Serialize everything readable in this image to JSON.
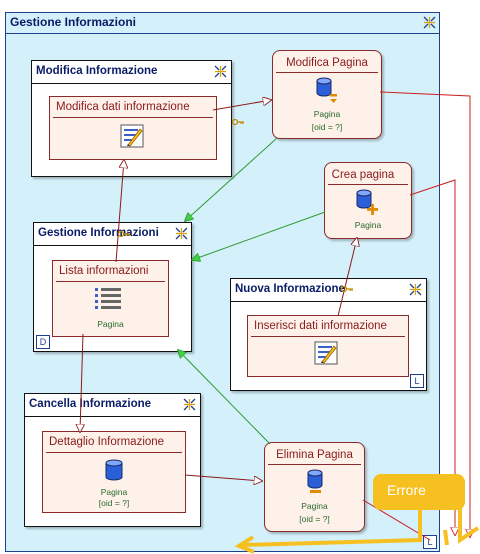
{
  "area": {
    "title": "Gestione Informazioni"
  },
  "pages": {
    "modifica_informazione": {
      "title": "Modifica Informazione"
    },
    "gestione_informazioni": {
      "title": "Gestione Informazioni",
      "badge": "D"
    },
    "nuova_informazione": {
      "title": "Nuova Informazione",
      "badge": "L"
    },
    "cancella_informazione": {
      "title": "Cancella Informazione"
    }
  },
  "units": {
    "modifica_dati": {
      "title": "Modifica dati informazione",
      "icon": "entry-form-icon"
    },
    "lista_informazioni": {
      "title": "Lista informazioni",
      "label": "Pagina",
      "icon": "index-list-icon"
    },
    "inserisci_dati": {
      "title": "Inserisci dati informazione",
      "icon": "entry-form-icon"
    },
    "dettaglio_informazione": {
      "title": "Dettaglio Informazione",
      "label": "Pagina",
      "oid": "[oid = ?]",
      "icon": "database-icon"
    }
  },
  "operations": {
    "modifica_pagina": {
      "title": "Modifica Pagina",
      "label": "Pagina",
      "oid": "[oid = ?]",
      "icon": "modify-database-icon"
    },
    "crea_pagina": {
      "title": "Crea pagina",
      "label": "Pagina",
      "icon": "create-database-icon"
    },
    "elimina_pagina": {
      "title": "Elimina Pagina",
      "label": "Pagina",
      "oid": "[oid = ?]",
      "icon": "delete-database-icon"
    }
  },
  "area_badge": "L",
  "callout": {
    "text": "Errore"
  },
  "colors": {
    "area_fill": "#d4f0fb",
    "title_blue": "#0a1c66",
    "unit_fill": "#fdf1ea",
    "link_red": "#8a1a1a",
    "ok_link_green": "#2e9a2e",
    "ko_link_red": "#cc2020",
    "callout_yellow": "#f5c020"
  }
}
